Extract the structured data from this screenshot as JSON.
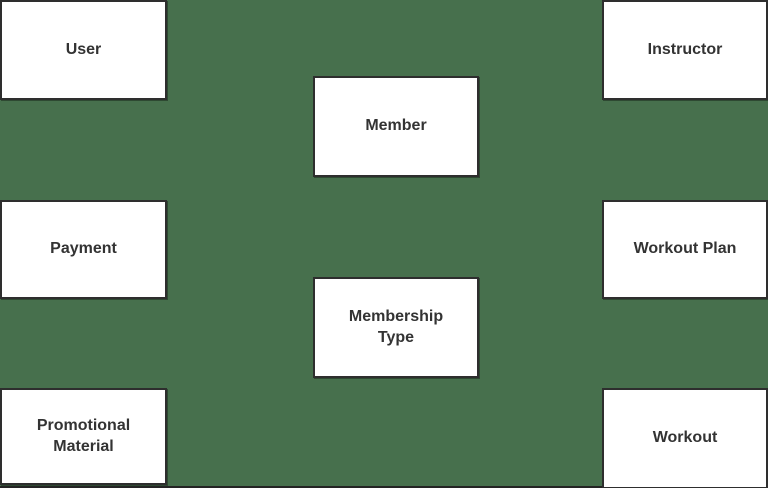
{
  "canvas": {
    "background_color": "#47704d",
    "bottom_line_color": "#242424",
    "box_fill_color": "#ffffff",
    "box_border_color": "#2e2e2e",
    "label_color": "#333333"
  },
  "boxes": [
    {
      "id": "user",
      "label": "User"
    },
    {
      "id": "member",
      "label": "Member"
    },
    {
      "id": "instructor",
      "label": "Instructor"
    },
    {
      "id": "payment",
      "label": "Payment"
    },
    {
      "id": "workout-plan",
      "label": "Workout Plan"
    },
    {
      "id": "membership-type",
      "label": "Membership Type"
    },
    {
      "id": "promotional-material",
      "label": "Promotional Material"
    },
    {
      "id": "workout",
      "label": "Workout"
    }
  ]
}
